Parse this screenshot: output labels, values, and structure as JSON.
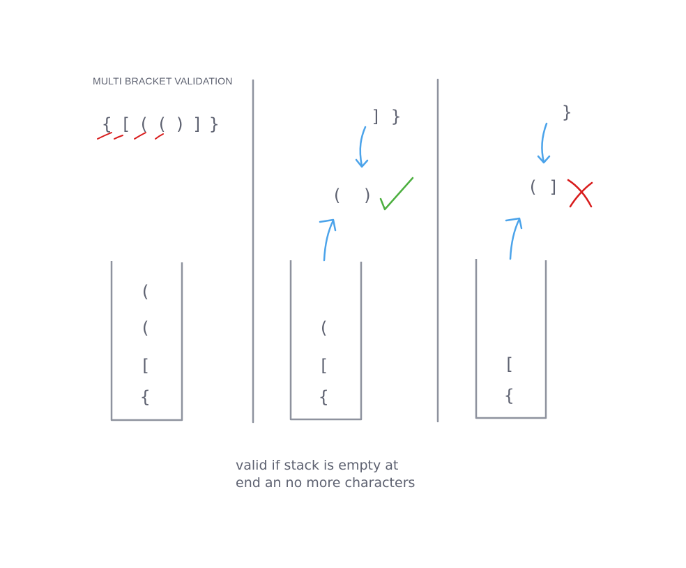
{
  "title": "MULTI BRACKET VALIDATION",
  "input_string": [
    "{",
    "[",
    "(",
    "(",
    ")",
    "]",
    "}"
  ],
  "panel1": {
    "stack": [
      "(",
      "(",
      "[",
      "{"
    ]
  },
  "panel2": {
    "remaining": "] }",
    "left_char": "(",
    "right_char": ")",
    "stack": [
      "(",
      "[",
      "{"
    ],
    "result": "check"
  },
  "panel3": {
    "remaining": "}",
    "left_char": "(",
    "right_char": "]",
    "stack": [
      "[",
      "{"
    ],
    "result": "cross"
  },
  "caption": {
    "line1": "valid if stack is empty at",
    "line2": "end an no more characters"
  },
  "colors": {
    "ink": "#5d6170",
    "box": "#8e929e",
    "arrow": "#4ba3ea",
    "check": "#4caf3f",
    "cross": "#d81b1b"
  }
}
